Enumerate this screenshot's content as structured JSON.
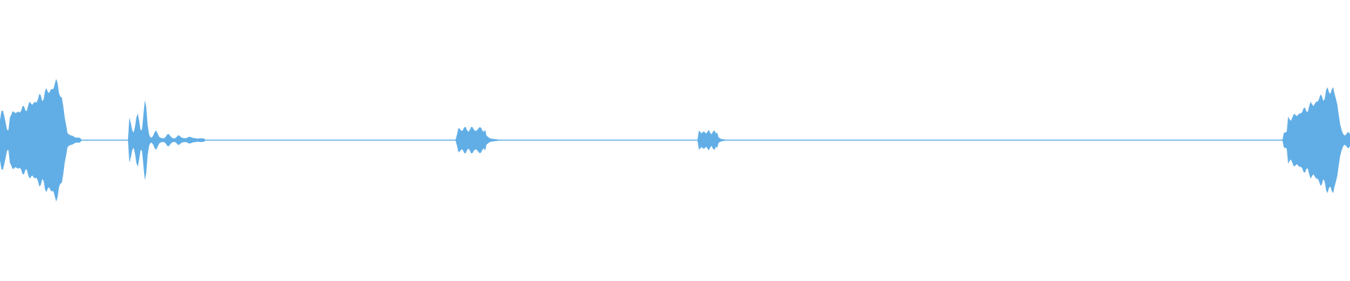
{
  "waveform": {
    "color": "#61aee6",
    "background": "#ffffff",
    "bursts": [
      {
        "start": 0.0,
        "end": 0.06,
        "level": 0.98,
        "shape": "swell"
      },
      {
        "start": 0.095,
        "end": 0.152,
        "level": 0.6,
        "shape": "spiky"
      },
      {
        "start": 0.338,
        "end": 0.372,
        "level": 0.22,
        "shape": "blob"
      },
      {
        "start": 0.517,
        "end": 0.54,
        "level": 0.16,
        "shape": "blob"
      },
      {
        "start": 0.951,
        "end": 1.0,
        "level": 0.9,
        "shape": "rise"
      }
    ]
  }
}
